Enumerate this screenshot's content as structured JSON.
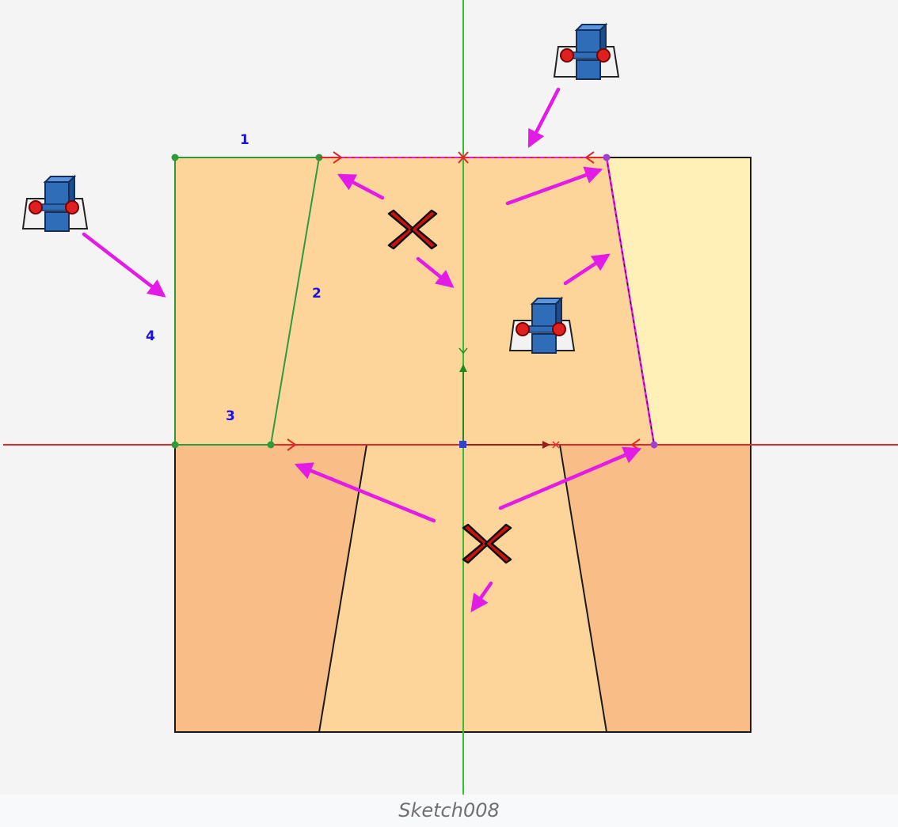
{
  "sketch": {
    "caption": "Sketch008",
    "edge_labels": [
      "1",
      "2",
      "3",
      "4"
    ]
  },
  "colors": {
    "canvas_bg": "#f4f4f4",
    "caption_bg": "#f8f9fb",
    "face_top": "#fdd59a",
    "face_right": "#fef0b6",
    "face_bottom_sides": "#f9bd87",
    "face_bottom_center": "#fdd59a",
    "outline": "#1a1a1a",
    "sketch_green": "#2e9b3a",
    "axis_green": "#2fc22f",
    "axis_red": "#e02828",
    "hint_magenta": "#e21be6",
    "dot_purple": "#a040d0",
    "label_blue": "#1a10e0",
    "symmetric_red": "#cc1111"
  },
  "icons": [
    "fixed-constraint-icon-top-right",
    "fixed-constraint-icon-left",
    "fixed-constraint-icon-center",
    "symmetric-constraint-icon-upper",
    "symmetric-constraint-icon-lower"
  ]
}
